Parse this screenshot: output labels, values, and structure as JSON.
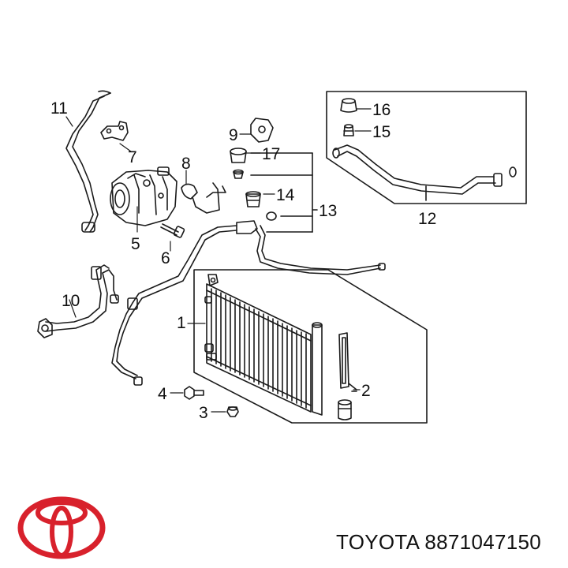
{
  "callouts": {
    "c1": "1",
    "c2": "2",
    "c3": "3",
    "c4": "4",
    "c5": "5",
    "c6": "6",
    "c7": "7",
    "c8": "8",
    "c9": "9",
    "c10": "10",
    "c11": "11",
    "c12": "12",
    "c13": "13",
    "c14": "14",
    "c15": "15",
    "c16": "16",
    "c17": "17"
  },
  "footer": {
    "part_caption": "TOYOTA 8871047150"
  },
  "colors": {
    "line": "#1a1a1a",
    "logo_red": "#d8212c",
    "text": "#111111"
  },
  "icons": {
    "brand": "toyota-logo-icon"
  }
}
